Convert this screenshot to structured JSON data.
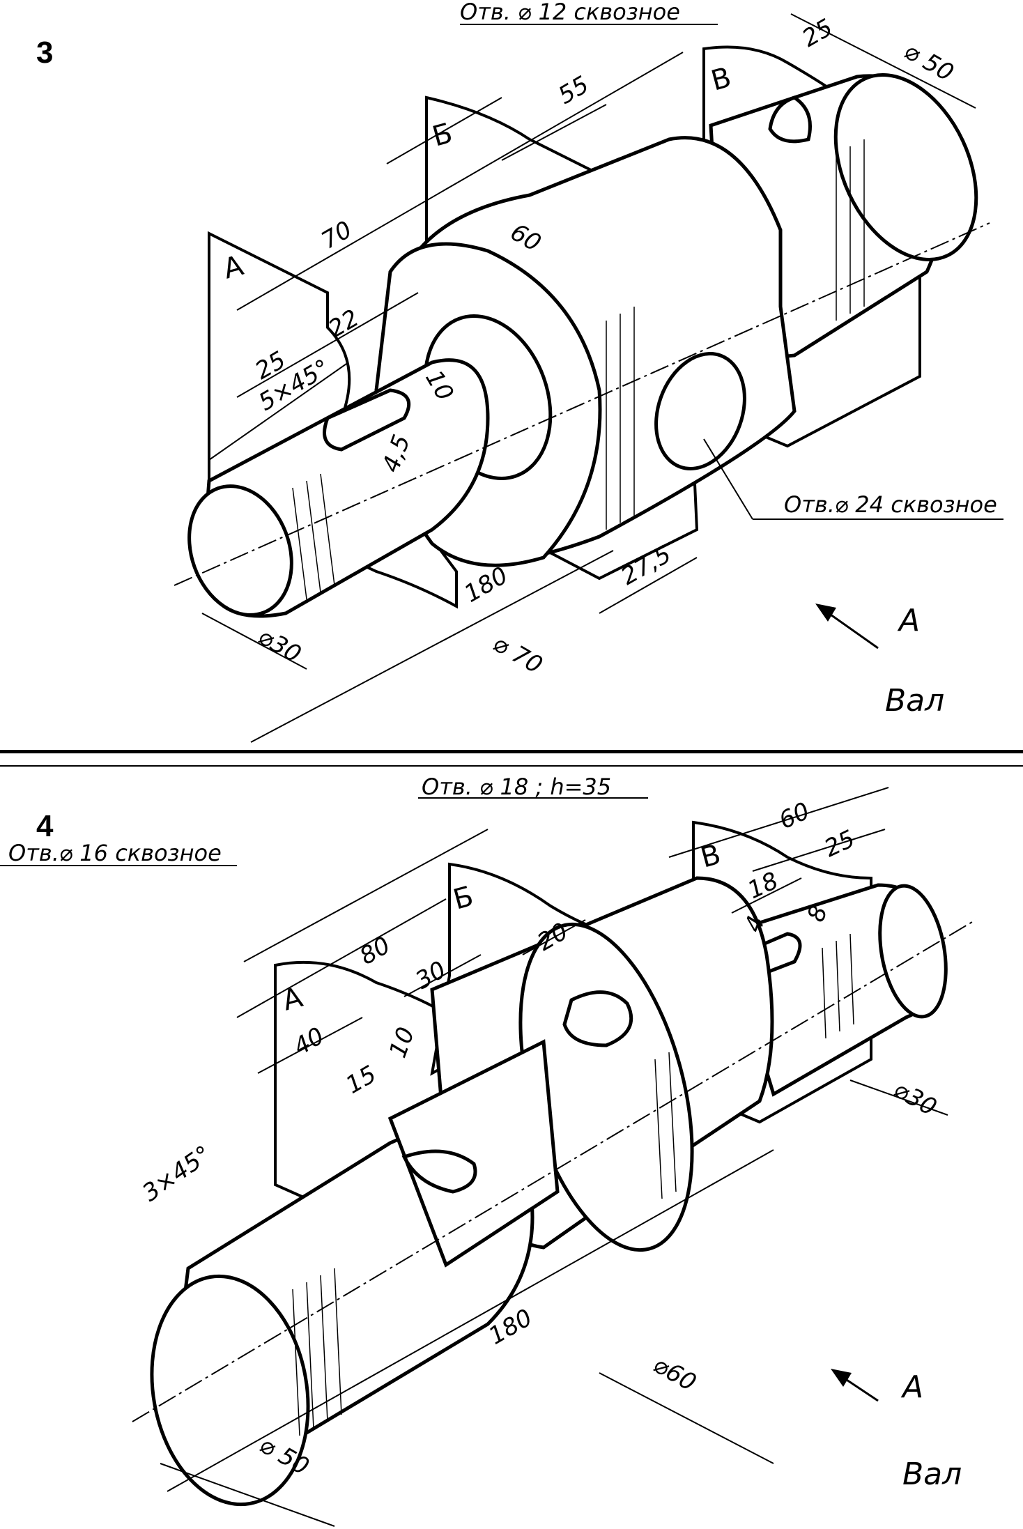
{
  "separator": true,
  "panels": [
    {
      "number": "3",
      "title": "Вал",
      "view_letter": "А",
      "planes": [
        "А",
        "Б",
        "В"
      ],
      "notes": {
        "hole_top": "Отв. ⌀ 12 сквозное",
        "hole_right": "Отв.⌀ 24 сквозное"
      },
      "dims": {
        "d25_top": "25",
        "d50": "⌀ 50",
        "d55": "55",
        "d60": "60",
        "d70": "70",
        "d22": "22",
        "d25": "25",
        "chamfer": "5×45°",
        "d10": "10",
        "d45": "4,5",
        "d275": "27,5",
        "d180": "180",
        "d30": "⌀30",
        "d70b": "⌀ 70"
      }
    },
    {
      "number": "4",
      "title": "Вал",
      "view_letter": "А",
      "planes": [
        "А",
        "Б",
        "В"
      ],
      "notes": {
        "hole_top": "Отв. ⌀ 18 ; h=35",
        "hole_left": "Отв.⌀ 16 сквозное"
      },
      "dims": {
        "d60": "60",
        "d25": "25",
        "d18": "18",
        "d4": "4",
        "d8": "8",
        "d80": "80",
        "d30": "30",
        "d20": "20",
        "d40": "40",
        "d10": "10",
        "d15": "15",
        "chamfer": "3×45°",
        "d180": "180",
        "d60b": "⌀60",
        "d50": "⌀ 50",
        "d30b": "⌀30"
      }
    }
  ]
}
